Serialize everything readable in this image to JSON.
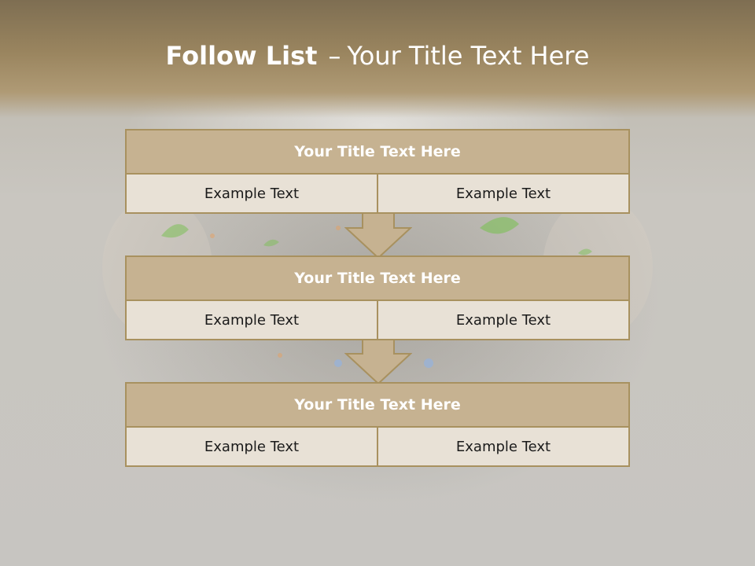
{
  "slide": {
    "title_bold": "Follow List",
    "title_dash": "–",
    "title_rest": "Your Title Text Here"
  },
  "blocks": [
    {
      "title": "Your Title Text Here",
      "left": "Example Text",
      "right": "Example Text"
    },
    {
      "title": "Your Title Text Here",
      "left": "Example Text",
      "right": "Example Text"
    },
    {
      "title": "Your Title Text Here",
      "left": "Example Text",
      "right": "Example Text"
    }
  ],
  "colors": {
    "header": "#9a855f",
    "title_box": "#c6b291",
    "cell": "#e8e1d6",
    "border": "#a8915f",
    "arrow": "#c6b291"
  }
}
